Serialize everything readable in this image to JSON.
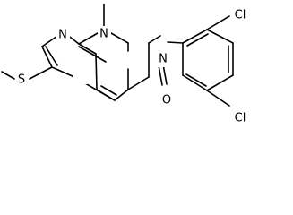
{
  "structure": {
    "atoms": {
      "n1": "N",
      "n3": "N",
      "n_methyl": "N",
      "n_aryl": "N",
      "s_thio": "S",
      "o_carbonyl": "O",
      "cl_top": "Cl",
      "cl_bottom": "Cl"
    }
  },
  "colors": {
    "bond": "#000000",
    "text": "#000000",
    "background": "#ffffff"
  }
}
